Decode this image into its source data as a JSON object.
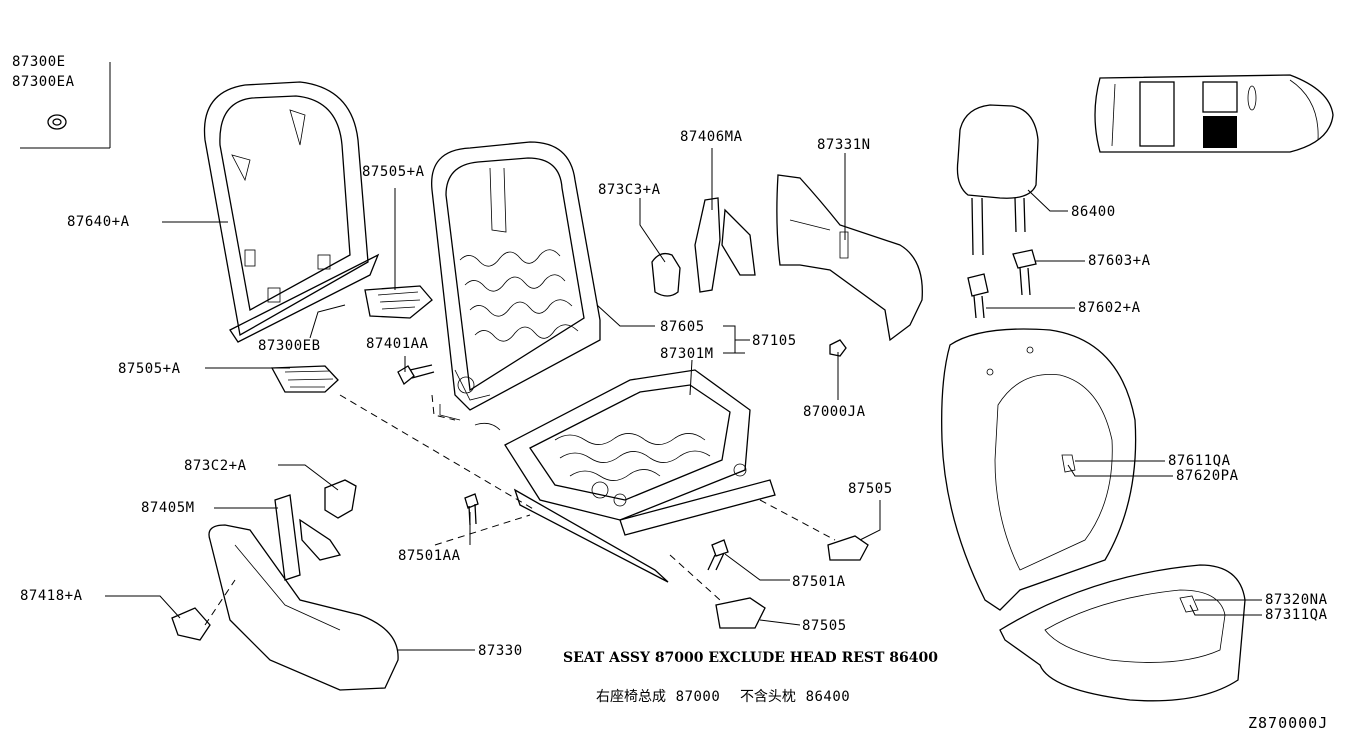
{
  "labels": {
    "p87300E": "87300E",
    "p87300EA": "87300EA",
    "p87640A": "87640+A",
    "p87300EB": "87300EB",
    "p87505A_top": "87505+A",
    "p87505A_left": "87505+A",
    "p87401AA": "87401AA",
    "p87303A": "873C3+A",
    "p87406MA": "87406MA",
    "p87331N": "87331N",
    "p87605": "87605",
    "p87301M": "87301M",
    "p87105": "87105",
    "p87000JA": "87000JA",
    "p87302A": "873C2+A",
    "p87405M": "87405M",
    "p87501AA": "87501AA",
    "p87505_right": "87505",
    "p87501A": "87501A",
    "p87505_bottom": "87505",
    "p87418A": "87418+A",
    "p87330": "87330",
    "p86400": "86400",
    "p87603A": "87603+A",
    "p87602A": "87602+A",
    "p87611QA": "87611QA",
    "p87620PA": "87620PA",
    "p87320NA": "87320NA",
    "p87311QA": "87311QA"
  },
  "notes": {
    "english": "SEAT ASSY 87000 EXCLUDE HEAD REST 86400",
    "chinese_prefix": "右座椅总成",
    "chinese_num1": "87000",
    "chinese_mid": "不含头枕",
    "chinese_num2": "86400"
  },
  "diagram_code": "Z870000J",
  "colors": {
    "line": "#000000",
    "background": "#ffffff",
    "marker": "#000000"
  }
}
